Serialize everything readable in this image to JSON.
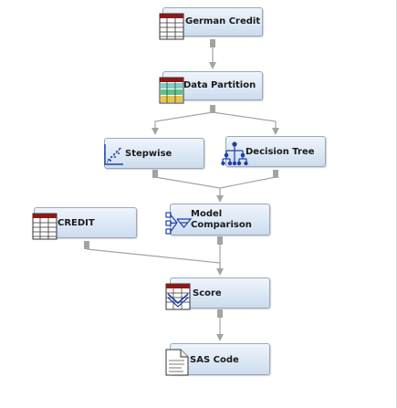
{
  "diagram": {
    "nodes": {
      "german_credit": {
        "label": "German Credit",
        "icon": "data-source-table-icon"
      },
      "data_partition": {
        "label": "Data Partition",
        "icon": "data-partition-icon"
      },
      "stepwise": {
        "label": "Stepwise",
        "icon": "regression-scatter-icon"
      },
      "decision_tree": {
        "label": "Decision Tree",
        "icon": "decision-tree-icon"
      },
      "model_comparison": {
        "label": "Model\nComparison",
        "icon": "model-comparison-icon"
      },
      "credit": {
        "label": "CREDIT",
        "icon": "data-source-table-icon"
      },
      "score": {
        "label": "Score",
        "icon": "score-icon"
      },
      "sas_code": {
        "label": "SAS Code",
        "icon": "sas-code-document-icon"
      }
    },
    "colors": {
      "node_fill": "#dce8f5",
      "node_border": "#9aa8b8",
      "connector": "#a3a3a3",
      "icon_blue": "#1f3fa8"
    }
  }
}
